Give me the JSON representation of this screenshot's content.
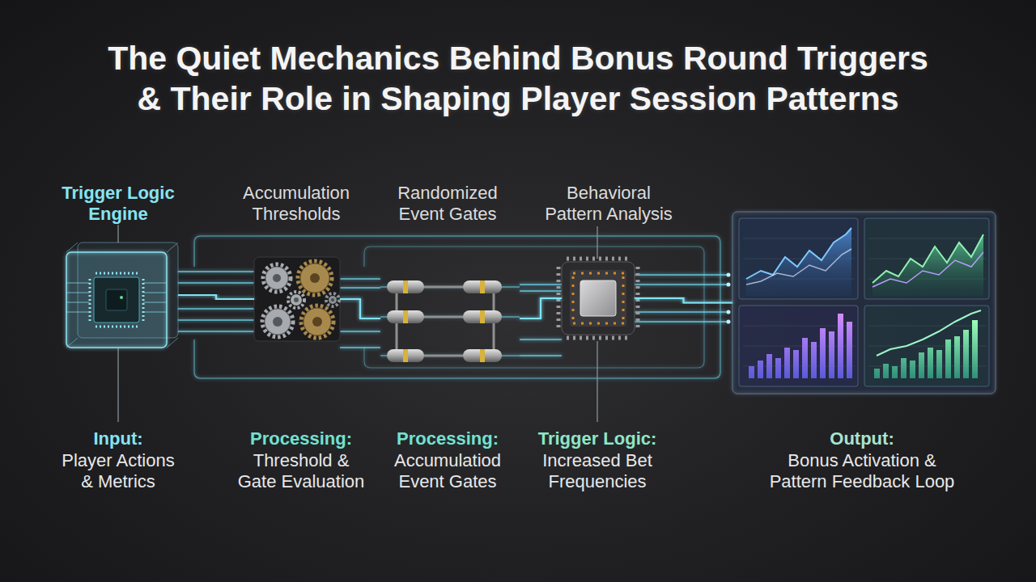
{
  "diagram": {
    "title": "The Quiet Mechanics Behind Bonus Round Triggers & Their Role in Shaping Player Session Patterns",
    "nodes": [
      {
        "text": [
          "Trigger Logic Engine",
          "Input:",
          "Player Actions & Metrics"
        ]
      },
      {
        "text": [
          "Accumulation Thresholds",
          "Processing:",
          "Threshold & Gate Evaluation"
        ]
      },
      {
        "text": [
          "Randomized Event Gates",
          "Processing:",
          "Accumulatiod Event Gates"
        ]
      },
      {
        "text": [
          "Behavioral Pattern Analysis",
          "Trigger Logic:",
          "Increased Bet Frequencies"
        ]
      },
      {
        "text": [
          "Output:",
          "Bonus Activation & Pattern Feedback Loop"
        ]
      }
    ],
    "edges": [
      {
        "from": 0,
        "to": 1,
        "arrow": "none"
      },
      {
        "from": 1,
        "to": 2,
        "arrow": "none"
      },
      {
        "from": 2,
        "to": 3,
        "arrow": "none"
      },
      {
        "from": 3,
        "to": 4,
        "arrow": "none"
      }
    ]
  }
}
